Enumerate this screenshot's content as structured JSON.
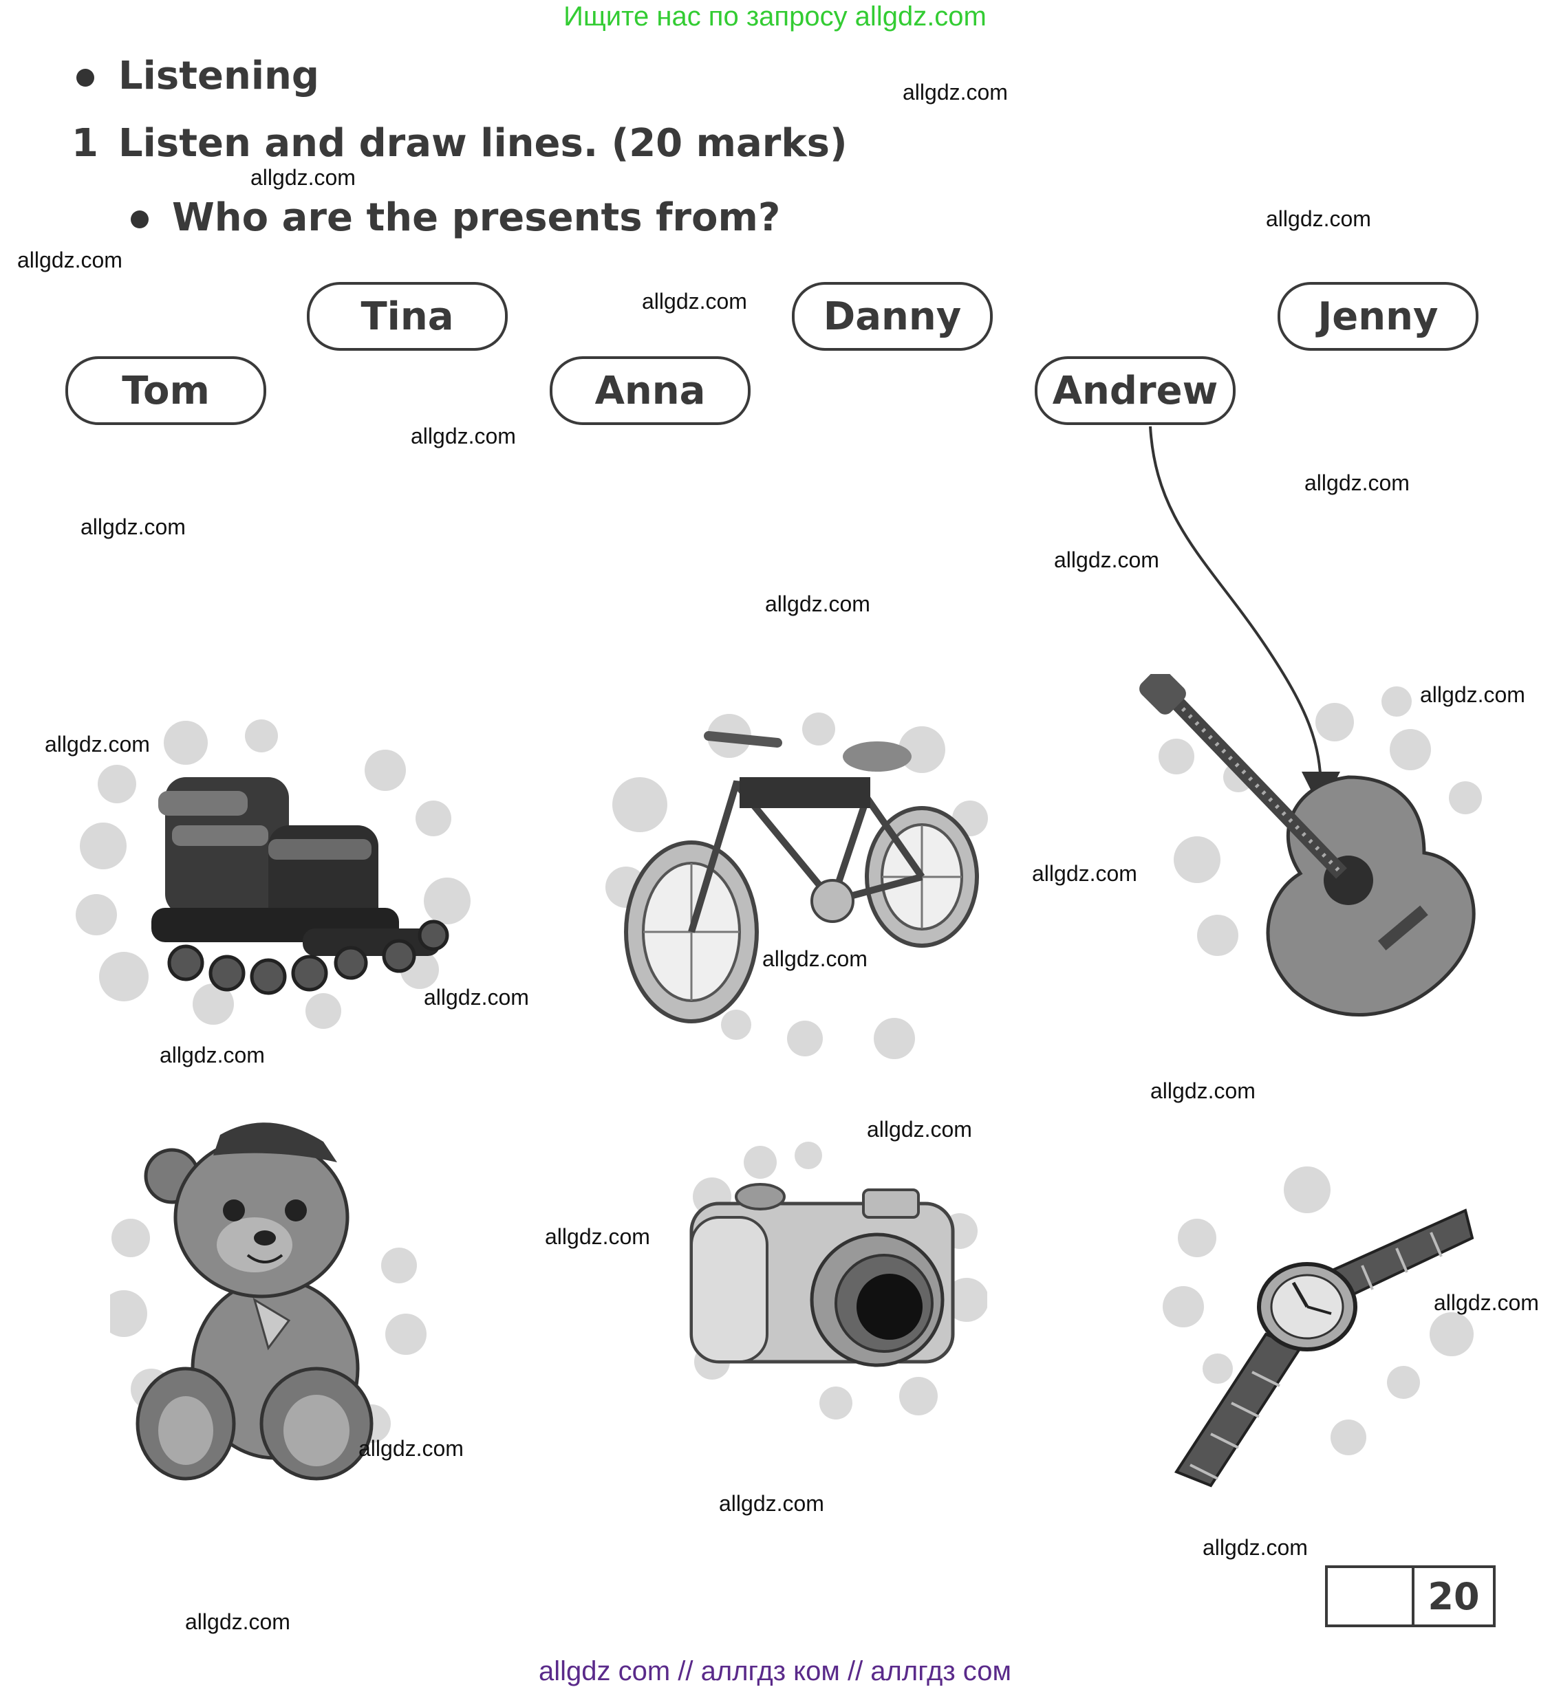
{
  "banner": "Ищите нас по запросу allgdz.com",
  "section": "Listening",
  "task": {
    "number": "1",
    "title": "Listen and draw lines. (20 marks)"
  },
  "question": "Who are the presents from?",
  "names": [
    "Tina",
    "Danny",
    "Jenny",
    "Tom",
    "Anna",
    "Andrew"
  ],
  "presents": [
    "roller-skates",
    "bike",
    "guitar",
    "teddy-bear",
    "camera",
    "watch"
  ],
  "example_match": {
    "name": "Andrew",
    "present": "guitar"
  },
  "watermark": "allgdz.com",
  "score": {
    "value": "20"
  },
  "footer": "allgdz com  //  аллгдз ком  //  аллгдз сом",
  "colors": {
    "banner": "#33cc33",
    "footer": "#5a2a8a",
    "ink": "#3a3a3a"
  }
}
